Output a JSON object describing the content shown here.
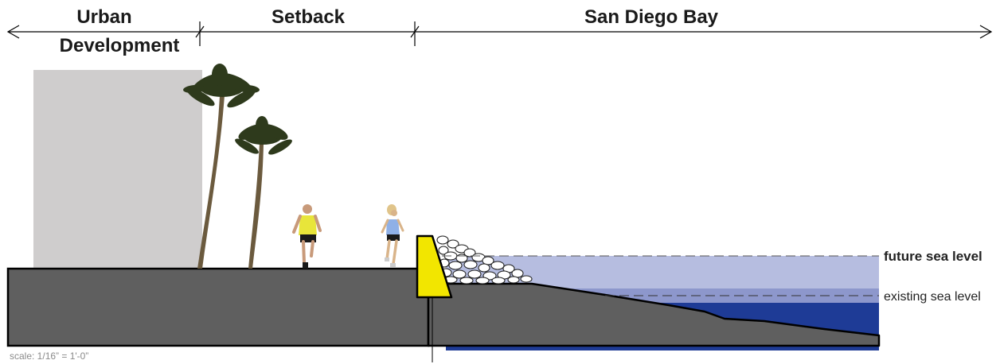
{
  "zones": {
    "urban": {
      "line1": "Urban",
      "line2": "Development"
    },
    "setback": "Setback",
    "bay": "San Diego Bay"
  },
  "levels": {
    "future": "future sea level",
    "existing": "existing sea level"
  },
  "scale_note": "scale: 1/16” = 1'-0”",
  "colors": {
    "ground": "#5f5f5f",
    "building": "#cfcdcd",
    "seawall": "#f2e600",
    "future_water": "#b6bde0",
    "existing_band": "#8d97cc",
    "deep_water": "#1e3b96",
    "future_label": "#e02020",
    "palm_frond": "#2e3a1c",
    "palm_trunk": "#6b5a3e"
  }
}
